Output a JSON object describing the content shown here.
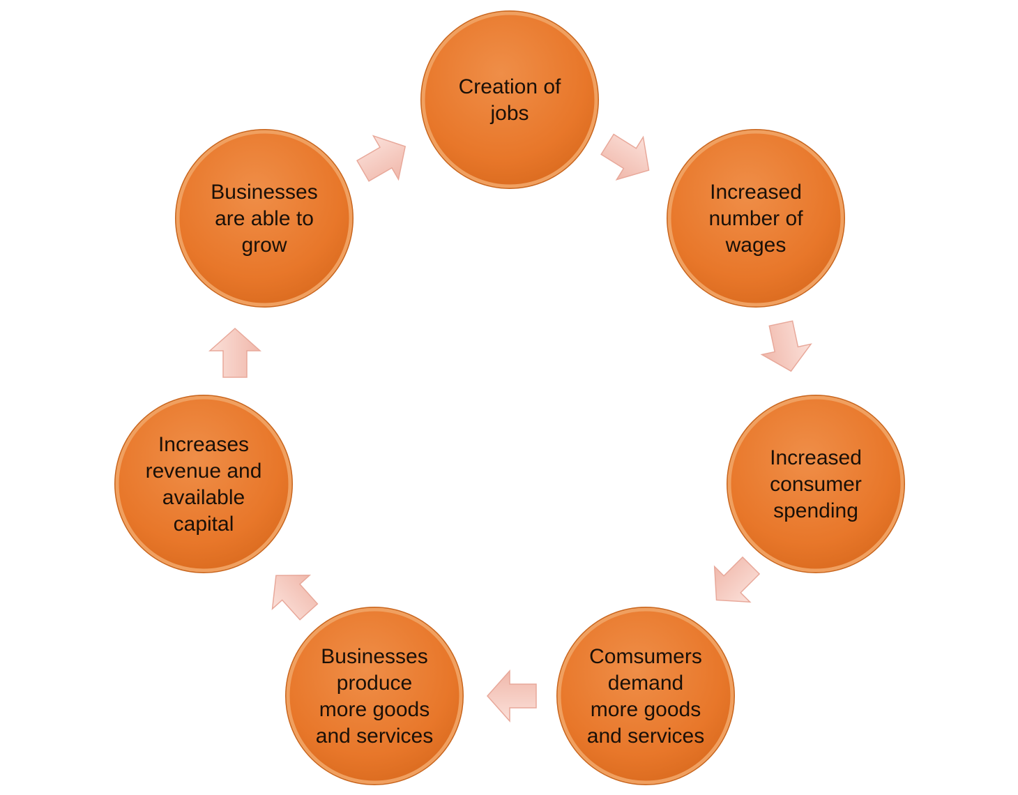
{
  "diagram": {
    "type": "cycle",
    "colors": {
      "node_fill": "#e87a2e",
      "node_rim": "#f0a060",
      "arrow_fill": "#f5c9bf",
      "arrow_edge": "#e8a89a"
    },
    "nodes": [
      {
        "id": "creation-of-jobs",
        "lines": [
          "Creation of",
          "jobs"
        ]
      },
      {
        "id": "increased-wages",
        "lines": [
          "Increased",
          "number of",
          "wages"
        ]
      },
      {
        "id": "increased-spending",
        "lines": [
          "Increased",
          "consumer",
          "spending"
        ]
      },
      {
        "id": "consumers-demand",
        "lines": [
          "Comsumers",
          "demand",
          "more goods",
          "and services"
        ]
      },
      {
        "id": "businesses-produce",
        "lines": [
          "Businesses",
          "produce",
          "more goods",
          "and services"
        ]
      },
      {
        "id": "increases-revenue",
        "lines": [
          "Increases",
          "revenue and",
          "available",
          "capital"
        ]
      },
      {
        "id": "businesses-grow",
        "lines": [
          "Businesses",
          "are able to",
          "grow"
        ]
      }
    ]
  }
}
